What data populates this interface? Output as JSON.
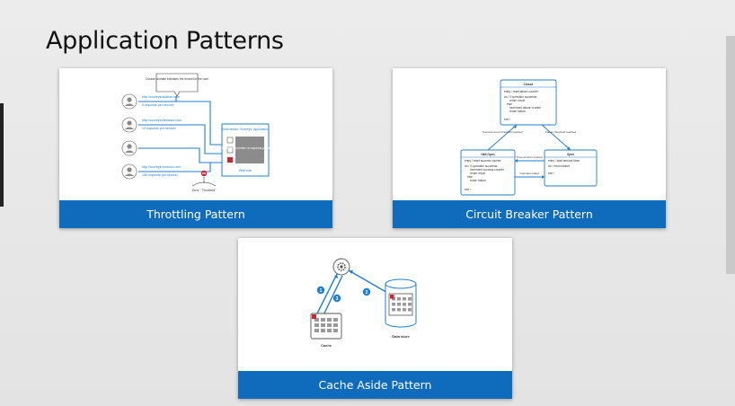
{
  "title": "Application Patterns",
  "cards": [
    {
      "banner": "Throttling Pattern",
      "diagram": {
        "callout_top": "Custom domain indicates the tenant for the user",
        "url1": "http://surveys.adatum.com",
        "rate1": "5 requests per second",
        "url2": "http://surveys.fabrikam.com",
        "rate2": "10 requests per second",
        "url3": "http://surveys.contoso.com",
        "rate3": "150 requests per second",
        "app_title": "Multi-tenant \"Surveys\" application",
        "meter": "Meter the number of requests per second",
        "role": "Web role",
        "callout_bottom": "Error: \"Throttled\""
      }
    },
    {
      "banner": "Circuit Breaker Pattern",
      "diagram": {
        "closed_title": "Closed",
        "closed_body": [
          "entry / reset failure counter",
          "do / if operation succeeds",
          "return result",
          "else",
          "increment failure counter",
          "return failure",
          "exit /"
        ],
        "half_title": "Half-Open",
        "half_body": [
          "entry / reset success counter",
          "do / if operation succeeds",
          "increment success counter",
          "return result",
          "else",
          "return failure",
          "exit /"
        ],
        "open_title": "Open",
        "open_body": [
          "entry / start timeout timer",
          "do / return failure",
          "exit /"
        ],
        "edge_success": "Success count threshold reached",
        "edge_failure": "Failure threshold reached",
        "edge_timeout": "Timeout timer expired",
        "edge_failed": "Operation failed"
      }
    },
    {
      "banner": "Cache Aside Pattern",
      "diagram": {
        "step1": "1",
        "step2": "2",
        "step3": "3",
        "cache_label": "Cache",
        "store_label": "Data store"
      }
    }
  ],
  "colors": {
    "accent": "#0f6cbd",
    "diagram_blue": "#1f7fd0",
    "error_red": "#d2232a"
  }
}
